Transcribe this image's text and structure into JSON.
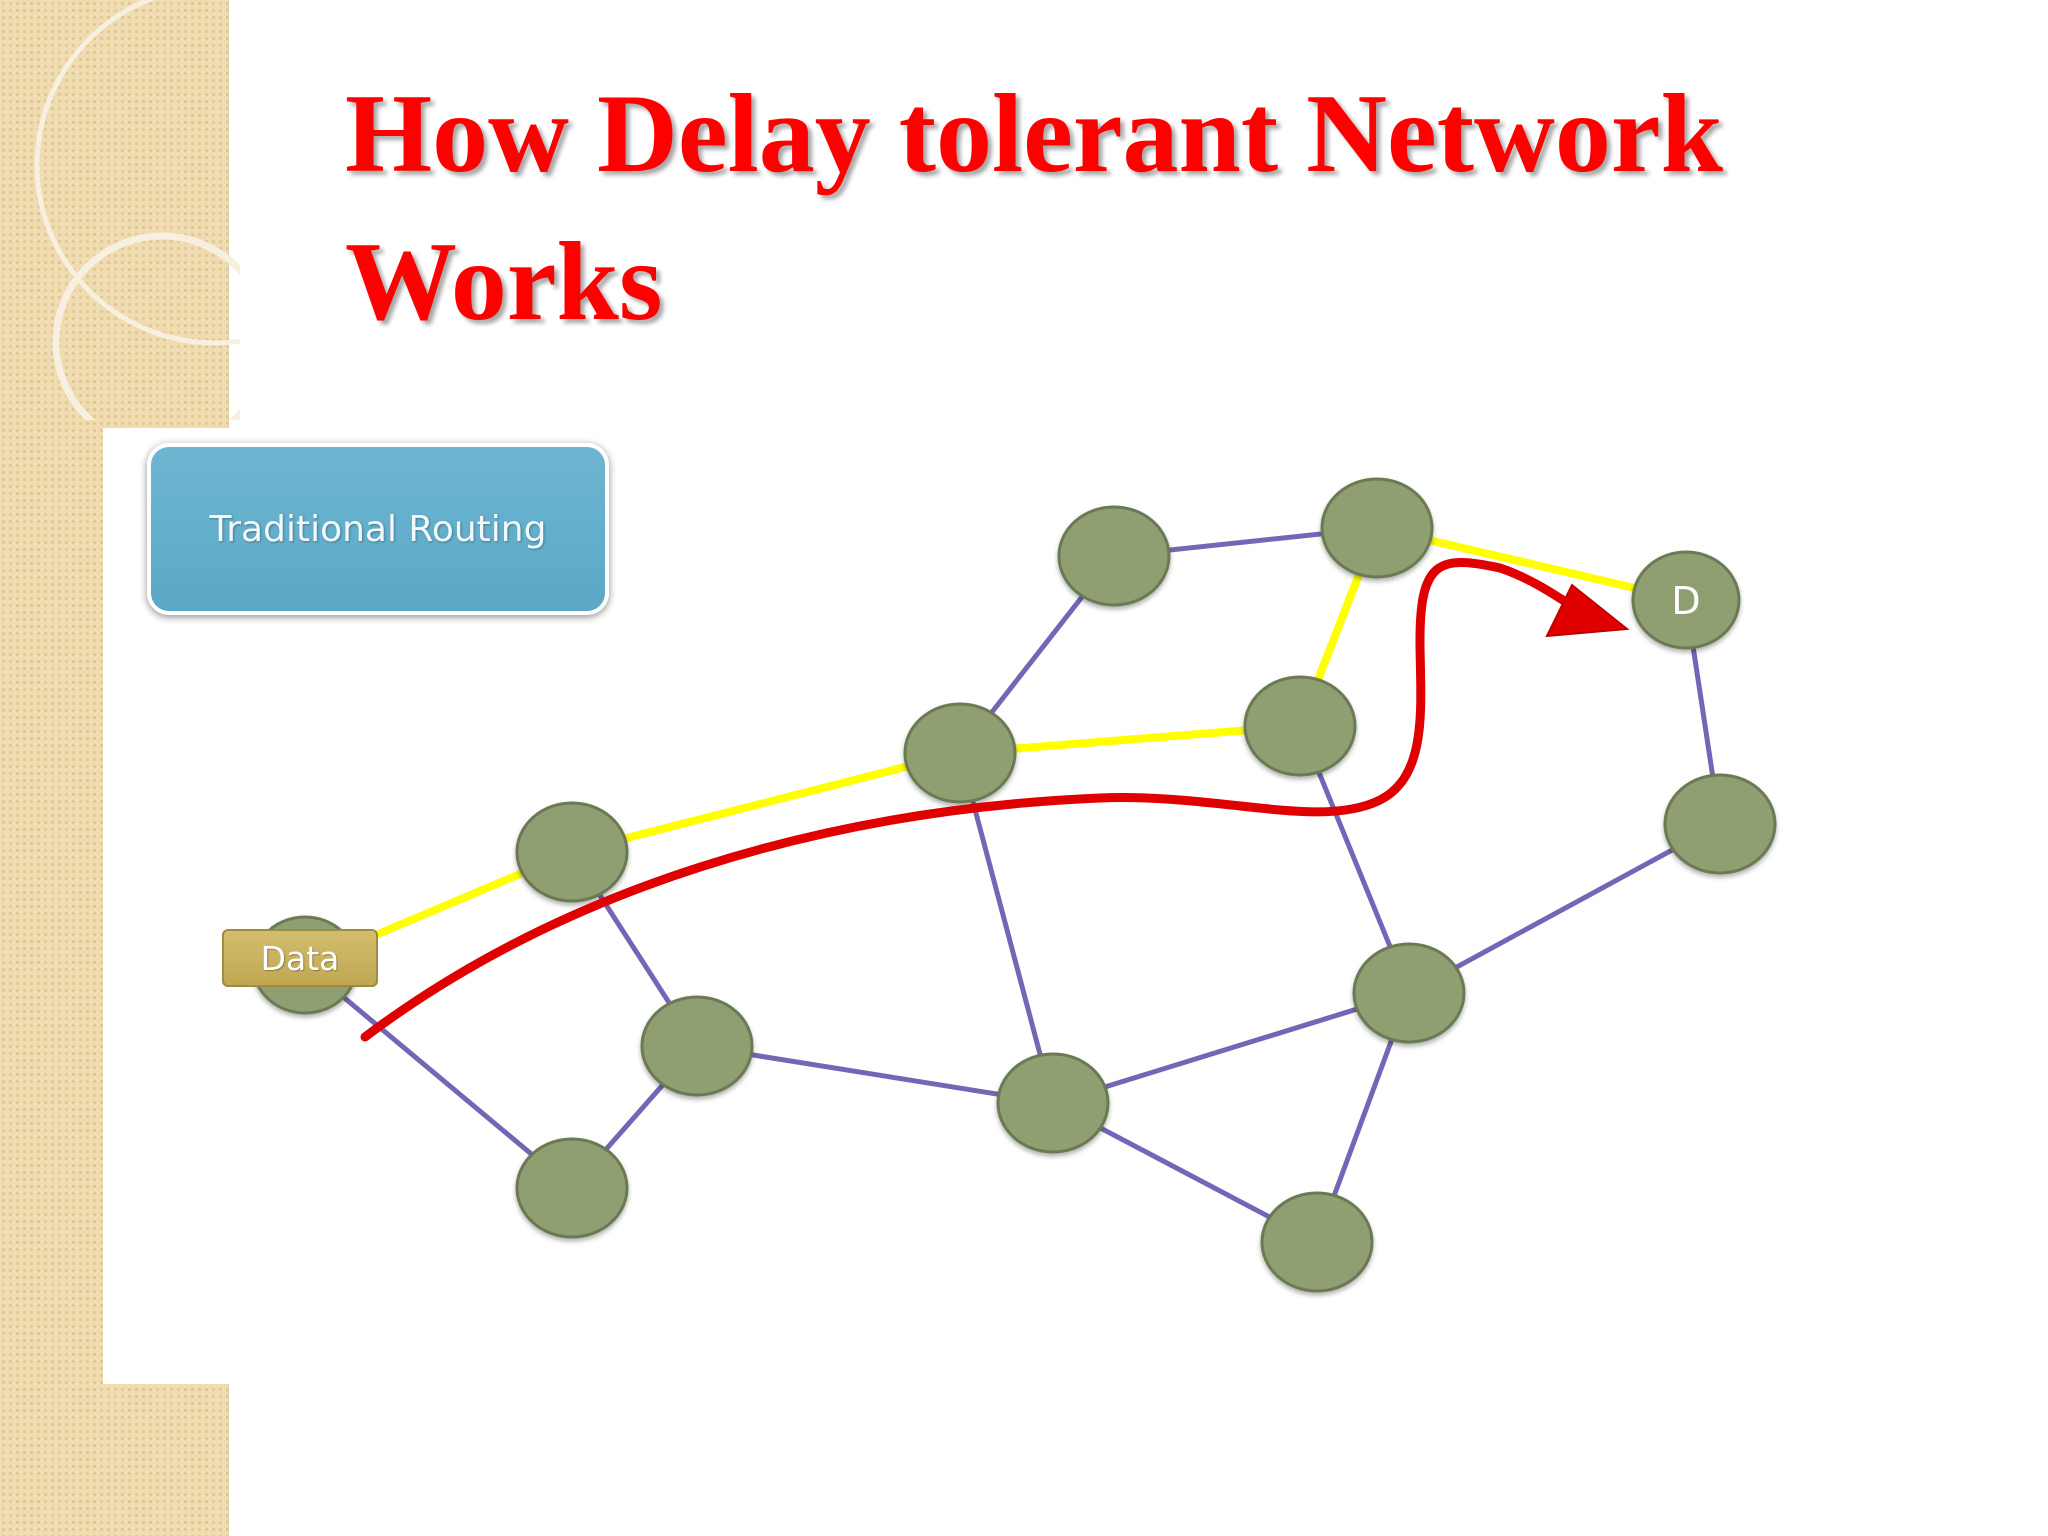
{
  "slide": {
    "title": "How Delay tolerant Network Works"
  },
  "diagram": {
    "box_label": "Traditional Routing",
    "source_label": "Data",
    "destination_label": "D",
    "colors": {
      "node_fill": "#8f9f72",
      "node_stroke": "#6a7a52",
      "link": "#7466b6",
      "highlight_route": "#ffff00",
      "arrow": "#e00000"
    }
  }
}
